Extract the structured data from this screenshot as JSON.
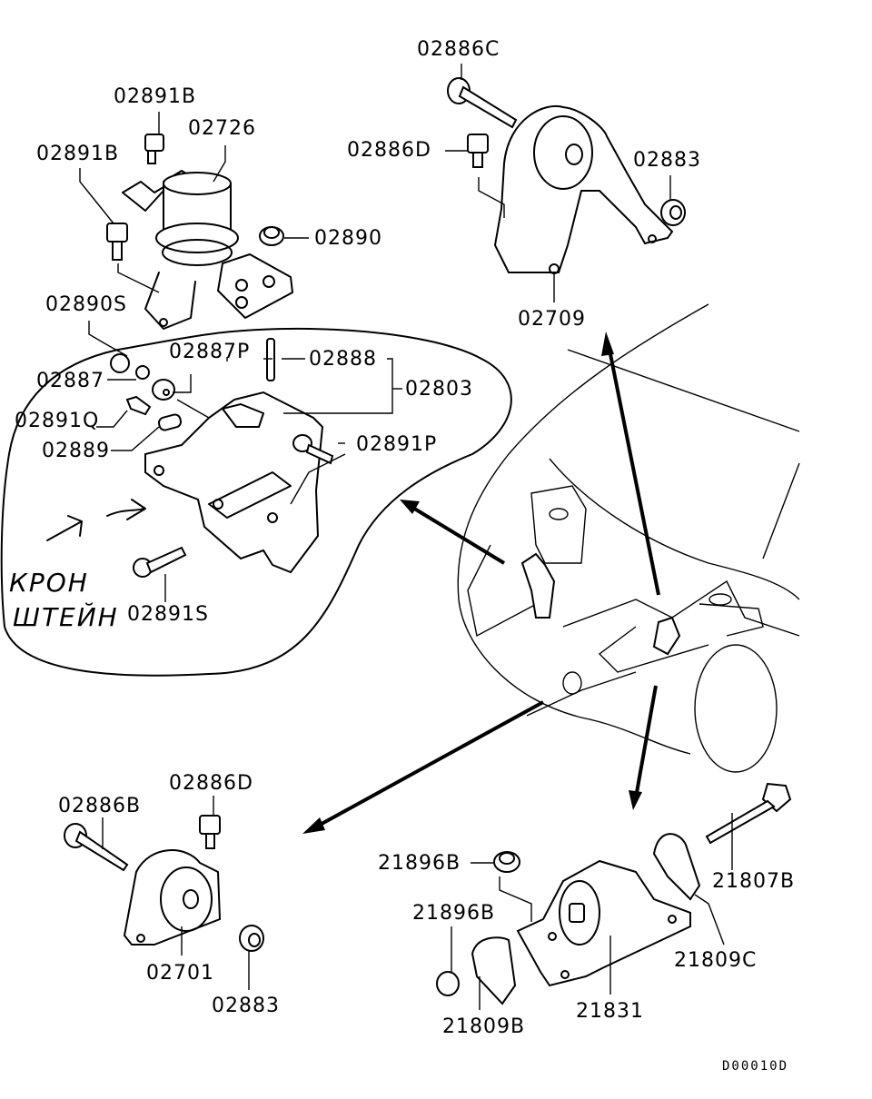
{
  "diagram": {
    "type": "exploded parts diagram",
    "subject": "engine / transmission mounts",
    "groups": [
      {
        "name": "upper-left-mount",
        "labels": [
          "02891B",
          "02726",
          "02891B",
          "02890",
          "02890S"
        ]
      },
      {
        "name": "upper-right-mount",
        "labels": [
          "02886C",
          "02886D",
          "02883",
          "02709"
        ]
      },
      {
        "name": "circled-bracket",
        "labels": [
          "02887P",
          "02888",
          "02803",
          "02887",
          "02891Q",
          "02889",
          "02891P",
          "02891S"
        ]
      },
      {
        "name": "front-mount",
        "labels": [
          "02886B",
          "02886D",
          "02701",
          "02883"
        ]
      },
      {
        "name": "rear-mount",
        "labels": [
          "21896B",
          "21896B",
          "21807B",
          "21809C",
          "21809B",
          "21831"
        ]
      }
    ]
  },
  "labels": {
    "l02891B_top": "02891B",
    "l02726": "02726",
    "l02891B_left": "02891B",
    "l02890": "02890",
    "l02890S": "02890S",
    "l02886C": "02886C",
    "l02886D_top": "02886D",
    "l02883_top": "02883",
    "l02709": "02709",
    "l02887P": "02887P",
    "l02888": "02888",
    "l02803": "02803",
    "l02887": "02887",
    "l02891Q": "02891Q",
    "l02889": "02889",
    "l02891P": "02891P",
    "l02891S": "02891S",
    "l02886B": "02886B",
    "l02886D_bottom": "02886D",
    "l02701": "02701",
    "l02883_bottom": "02883",
    "l21896B_upper": "21896B",
    "l21896B_lower": "21896B",
    "l21807B": "21807B",
    "l21809C": "21809C",
    "l21809B": "21809B",
    "l21831": "21831"
  },
  "handwriting": {
    "line1": "КРОН",
    "line2": "ШТЕЙН"
  },
  "diagram_code": "D00010D"
}
